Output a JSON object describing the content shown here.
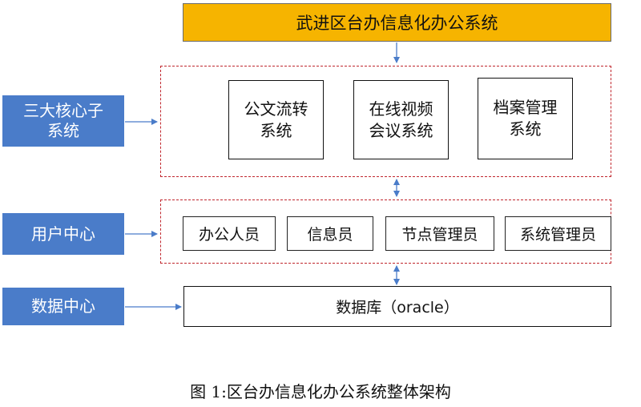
{
  "title": "武进区台办信息化办公系统",
  "core_subsystems": [
    "公文流转\n系统",
    "在线视频\n会议系统",
    "档案管理\n系统"
  ],
  "user_center_roles": [
    "办公人员",
    "信息员",
    "节点管理员",
    "系统管理员"
  ],
  "database_label": "数据库（oracle）",
  "side_labels": [
    "三大核心子\n系统",
    "用户中心",
    "数据中心"
  ],
  "caption": "图 1:区台办信息化办公系统整体架构",
  "colors": {
    "title_fill": "#f6b400",
    "side_fill": "#4a7cc9",
    "dashed_border": "#c0262d",
    "connector": "#4a7cc9"
  }
}
